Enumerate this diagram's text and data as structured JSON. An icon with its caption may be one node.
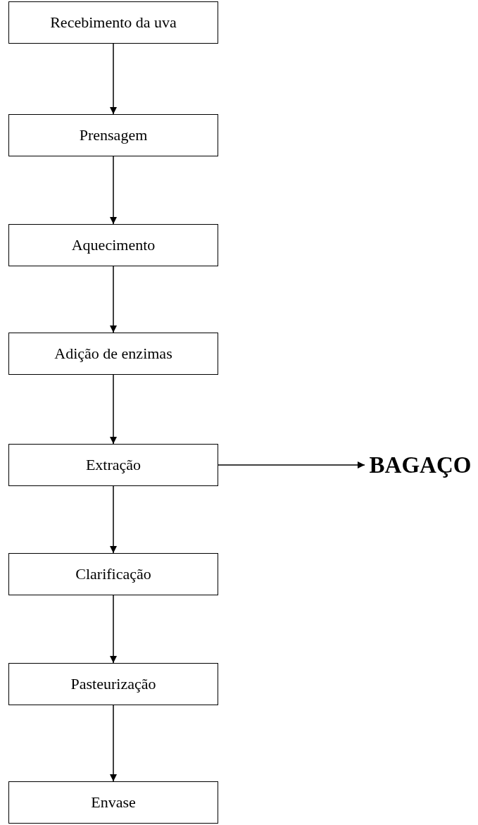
{
  "diagram": {
    "nodes": [
      {
        "text": [
          "Recebimento da uva"
        ]
      },
      {
        "text": [
          "Prensagem"
        ]
      },
      {
        "text": [
          "Aquecimento"
        ]
      },
      {
        "text": [
          "Adição de enzimas"
        ]
      },
      {
        "text": [
          "Extração"
        ]
      },
      {
        "text": [
          "Clarificação"
        ]
      },
      {
        "text": [
          "Pasteurização"
        ]
      },
      {
        "text": [
          "Envase"
        ]
      },
      {
        "text": [
          "BAGAÇO"
        ]
      }
    ],
    "edges": [
      {
        "from": 0,
        "to": 1,
        "arrow": "to"
      },
      {
        "from": 1,
        "to": 2,
        "arrow": "to"
      },
      {
        "from": 2,
        "to": 3,
        "arrow": "to"
      },
      {
        "from": 3,
        "to": 4,
        "arrow": "to"
      },
      {
        "from": 4,
        "to": 5,
        "arrow": "to"
      },
      {
        "from": 5,
        "to": 6,
        "arrow": "to"
      },
      {
        "from": 6,
        "to": 7,
        "arrow": "to"
      },
      {
        "from": 4,
        "to": 8,
        "arrow": "to"
      }
    ]
  }
}
